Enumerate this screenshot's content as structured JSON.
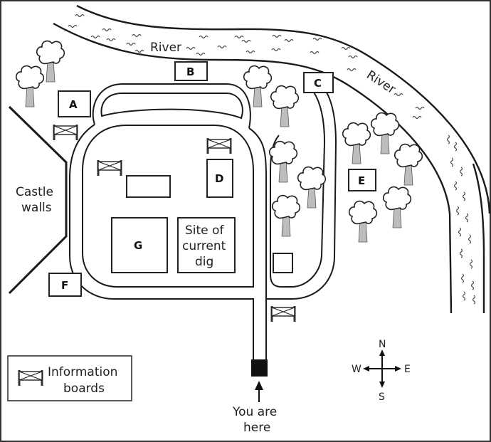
{
  "map": {
    "title": "Castle site map",
    "features": {
      "river_label_1": "River",
      "river_label_2": "River",
      "castle_walls_line1": "Castle",
      "castle_walls_line2": "walls",
      "dig_site_line1": "Site of",
      "dig_site_line2": "current",
      "dig_site_line3": "dig"
    },
    "locations": [
      {
        "id": "A",
        "label": "A"
      },
      {
        "id": "B",
        "label": "B"
      },
      {
        "id": "C",
        "label": "C"
      },
      {
        "id": "D",
        "label": "D"
      },
      {
        "id": "E",
        "label": "E"
      },
      {
        "id": "F",
        "label": "F"
      },
      {
        "id": "G",
        "label": "G"
      }
    ],
    "you_are_here": {
      "line1": "You are",
      "line2": "here"
    },
    "legend": {
      "line1": "Information",
      "line2": "boards",
      "icon": "information-board-icon"
    },
    "compass": {
      "N": "N",
      "S": "S",
      "E": "E",
      "W": "W"
    }
  }
}
